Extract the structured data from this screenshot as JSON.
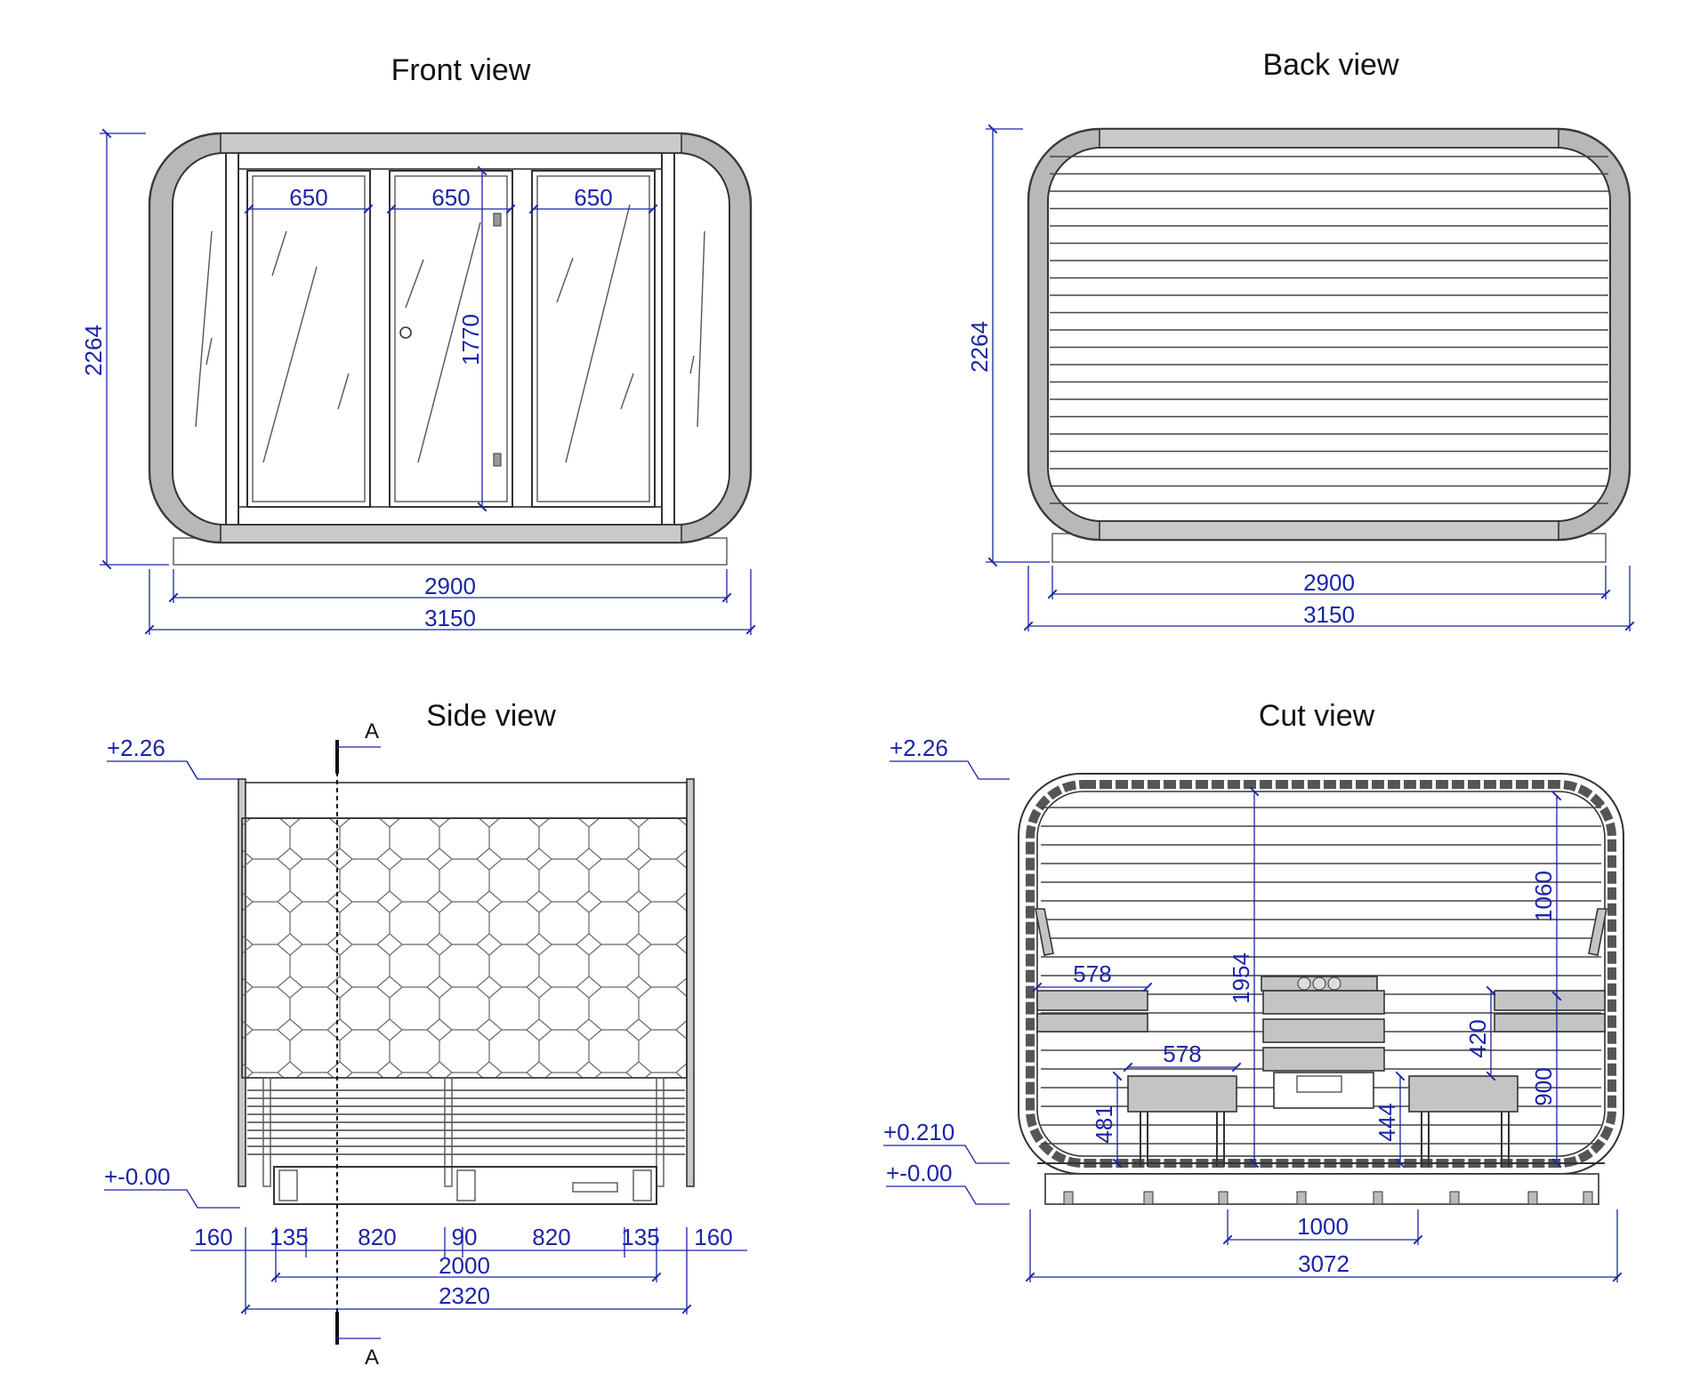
{
  "views": {
    "front": {
      "title": "Front view",
      "dims": {
        "w1": "650",
        "w2": "650",
        "w3": "650",
        "door_h": "1770",
        "height": "2264",
        "inner_w": "2900",
        "outer_w": "3150"
      }
    },
    "back": {
      "title": "Back view",
      "dims": {
        "height": "2264",
        "inner_w": "2900",
        "outer_w": "3150"
      }
    },
    "side": {
      "title": "Side view",
      "levels": {
        "top": "+2.26",
        "ground": "+-0.00"
      },
      "section_mark": "A",
      "dims": {
        "d160a": "160",
        "d135a": "135",
        "d820a": "820",
        "d90": "90",
        "d820b": "820",
        "d135b": "135",
        "d160b": "160",
        "d2000": "2000",
        "d2320": "2320"
      }
    },
    "cut": {
      "title": "Cut view",
      "levels": {
        "top": "+2.26",
        "floor": "+0.210",
        "ground": "+-0.00"
      },
      "dims": {
        "bench_upper_w": "578",
        "bench_lower_w": "578",
        "height_1954": "1954",
        "d1060": "1060",
        "d420": "420",
        "d900": "900",
        "d481": "481",
        "d444": "444",
        "d1000": "1000",
        "d3072": "3072"
      }
    }
  },
  "colors": {
    "dimension": "#1a24a8",
    "frame_fill": "#b8b8b8",
    "line": "#333333"
  }
}
